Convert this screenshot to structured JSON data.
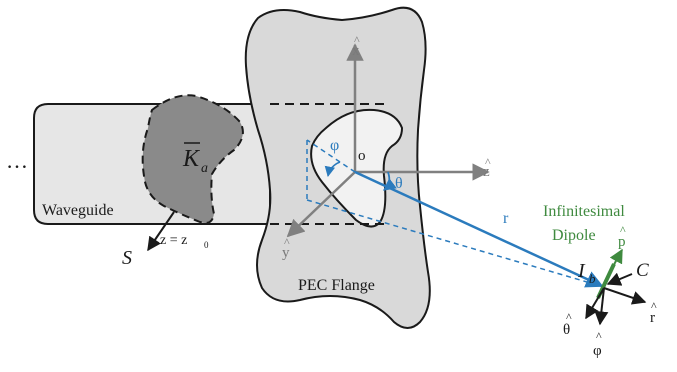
{
  "figure": {
    "labels": {
      "ellipsis": "…",
      "waveguide": "Waveguide",
      "surface_S": "S",
      "current_Ka": "K",
      "current_Ka_sub": "a",
      "z_plane": "z = z",
      "z_plane_sub": "0",
      "flange": "PEC Flange",
      "origin": "o",
      "axis_x": "x",
      "axis_y": "y",
      "axis_z": "z",
      "angle_phi": "φ",
      "angle_theta": "θ",
      "range_r": "r",
      "dipole_line1": "Infinitesimal",
      "dipole_line2": "Dipole",
      "dipole_current": "I",
      "dipole_current_sub": "b",
      "dipole_p": "p",
      "contour_C": "C",
      "unit_r": "r",
      "unit_theta": "θ",
      "unit_phi": "φ",
      "hat": "^"
    },
    "colors": {
      "flange_fill": "#d9d9d9",
      "waveguide_fill": "#e6e6e6",
      "aperture_fill": "#f2f2f2",
      "current_fill": "#8a8a8a",
      "axis": "#808080",
      "blue": "#2b7bbd",
      "green": "#3f8a3f",
      "ink": "#1a1a1a"
    }
  }
}
